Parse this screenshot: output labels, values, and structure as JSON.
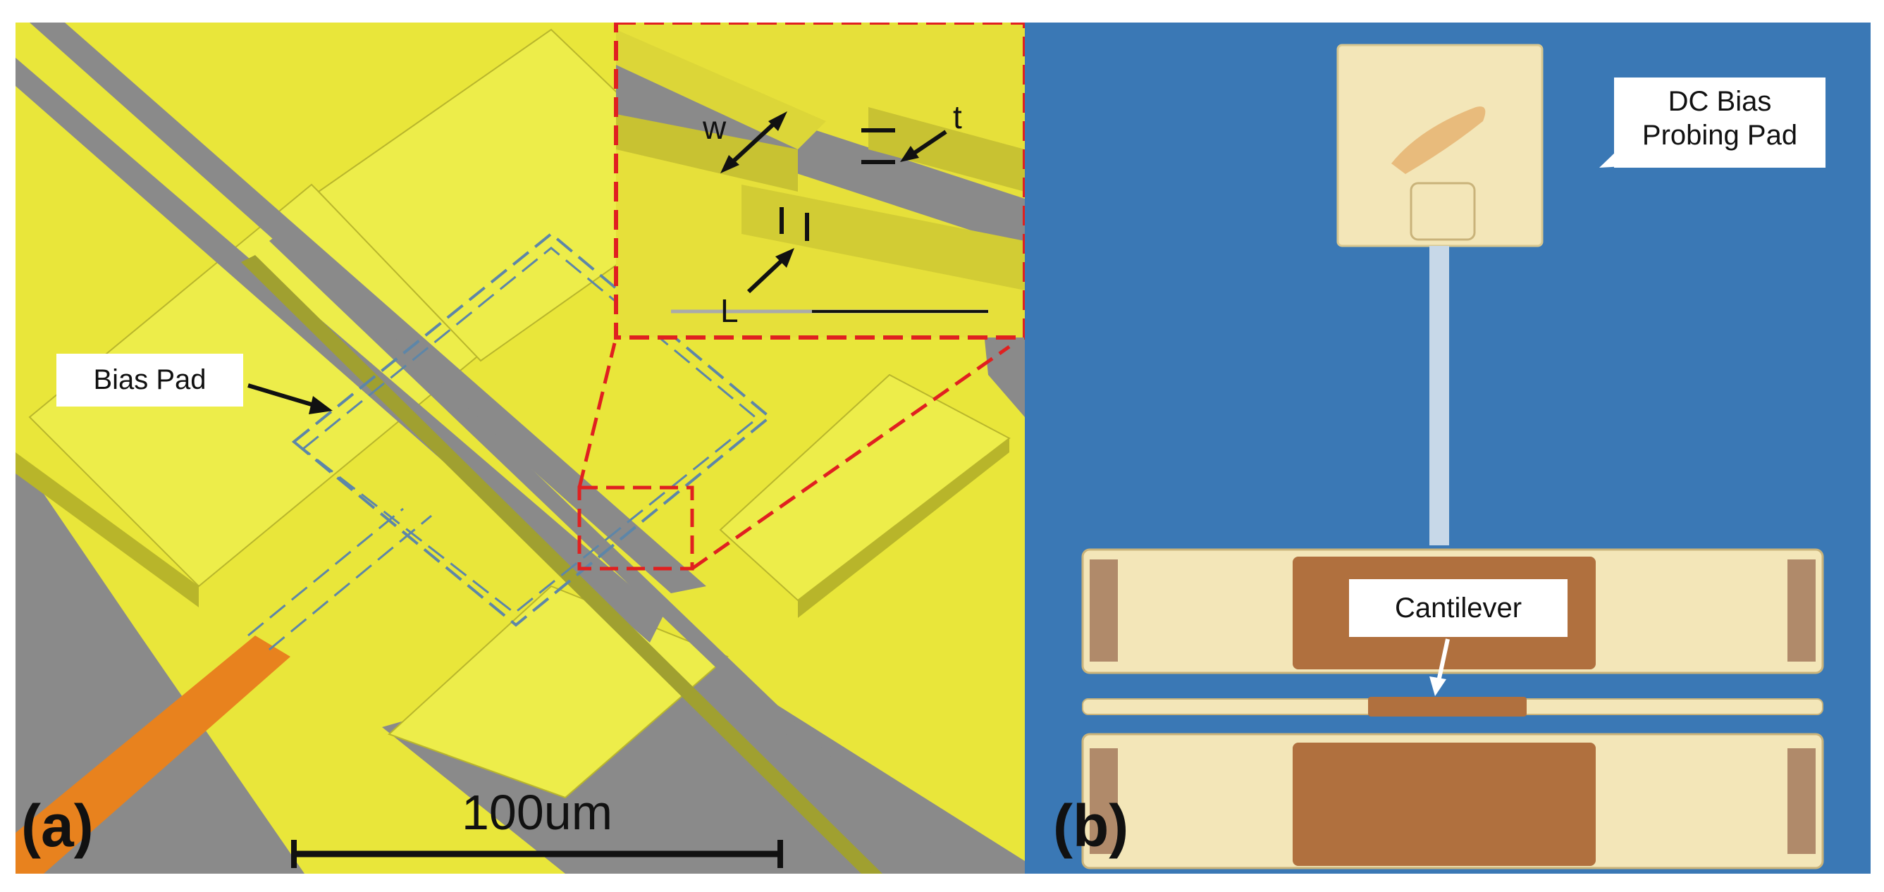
{
  "panel_a": {
    "label": "(a)",
    "callout_bias_pad": "Bias Pad",
    "inset": {
      "w": "w",
      "t": "t",
      "L": "L"
    },
    "scale_bar_text": "100um"
  },
  "panel_b": {
    "label": "(b)",
    "callout_dc_bias_line1": "DC Bias",
    "callout_dc_bias_line2": "Probing Pad",
    "callout_cantilever": "Cantilever"
  },
  "colors": {
    "gold_yellow": "#e9e63a",
    "substrate_gray": "#8a8a8a",
    "highlight_red": "#e02020",
    "dashed_blue": "#5d86a8",
    "orange_line": "#e8821e",
    "microscope_blue": "#3a78b5",
    "pad_cream": "#f3e6b8",
    "pad_brown": "#b0703e"
  }
}
